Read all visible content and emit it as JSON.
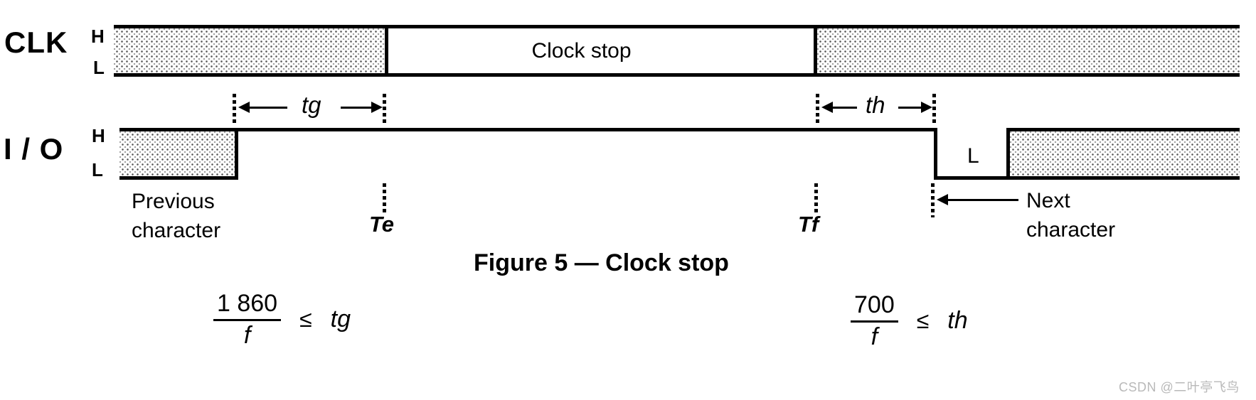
{
  "figure": {
    "title": "Figure 5 — Clock stop"
  },
  "clk": {
    "label": "CLK",
    "high": "H",
    "low": "L",
    "clock_stop": "Clock stop"
  },
  "io": {
    "label": "I / O",
    "high": "H",
    "low": "L",
    "low_state": "L",
    "previous_line1": "Previous",
    "previous_line2": "character",
    "next_line1": "Next",
    "next_line2": "character"
  },
  "timing": {
    "tg": "tg",
    "th": "th",
    "te": "Te",
    "tf": "Tf"
  },
  "formulas": {
    "tg": {
      "numerator": "1 860",
      "denominator": "f",
      "relation": "≤",
      "variable": "tg"
    },
    "th": {
      "numerator": "700",
      "denominator": "f",
      "relation": "≤",
      "variable": "th"
    }
  },
  "watermark": "CSDN @二叶亭飞鸟",
  "colors": {
    "ink": "#000000",
    "watermark_gray": "#b9b9b9",
    "background": "#ffffff"
  }
}
